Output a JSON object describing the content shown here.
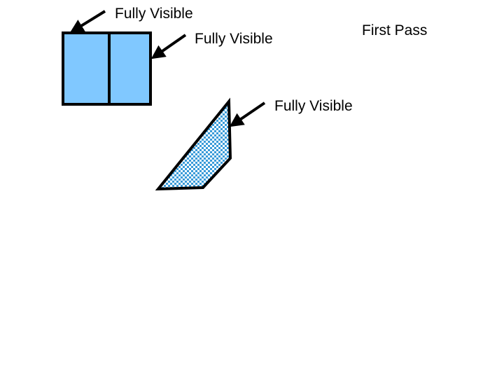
{
  "slide": {
    "pass_label": "First Pass",
    "labels": [
      {
        "text": "Fully Visible"
      },
      {
        "text": "Fully Visible"
      },
      {
        "text": "Fully Visible"
      }
    ]
  },
  "colors": {
    "background": "#ffffff",
    "fill_blue": "#80c8ff",
    "checker_light": "#ffffff",
    "checker_dark": "#3a9bd9",
    "outline": "#000000",
    "text": "#000000"
  },
  "icons": {
    "arrow": "black-arrow-icon"
  }
}
